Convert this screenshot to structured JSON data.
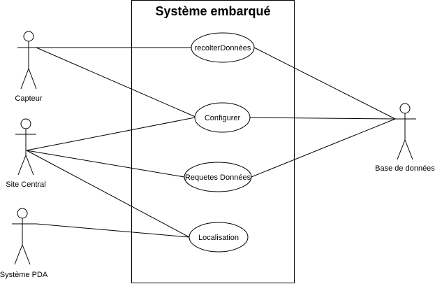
{
  "diagram": {
    "system_title": "Système embarqué",
    "actors": [
      {
        "id": "capteur",
        "label": "Capteur"
      },
      {
        "id": "site-central",
        "label": "Site Central"
      },
      {
        "id": "systeme-pda",
        "label": "Système PDA"
      },
      {
        "id": "base-de-donnees",
        "label": "Base de données"
      }
    ],
    "use_cases": [
      {
        "id": "recolter-donnees",
        "label": "recolterDonnées"
      },
      {
        "id": "configurer",
        "label": "Configurer"
      },
      {
        "id": "requetes-donnees",
        "label": "Requetes Données"
      },
      {
        "id": "localisation",
        "label": "Localisation"
      }
    ],
    "associations": [
      {
        "from": "capteur",
        "to": "recolter-donnees"
      },
      {
        "from": "capteur",
        "to": "configurer"
      },
      {
        "from": "site-central",
        "to": "configurer"
      },
      {
        "from": "site-central",
        "to": "requetes-donnees"
      },
      {
        "from": "site-central",
        "to": "localisation"
      },
      {
        "from": "systeme-pda",
        "to": "localisation"
      },
      {
        "from": "base-de-donnees",
        "to": "recolter-donnees"
      },
      {
        "from": "base-de-donnees",
        "to": "configurer"
      },
      {
        "from": "base-de-donnees",
        "to": "requetes-donnees"
      }
    ]
  }
}
